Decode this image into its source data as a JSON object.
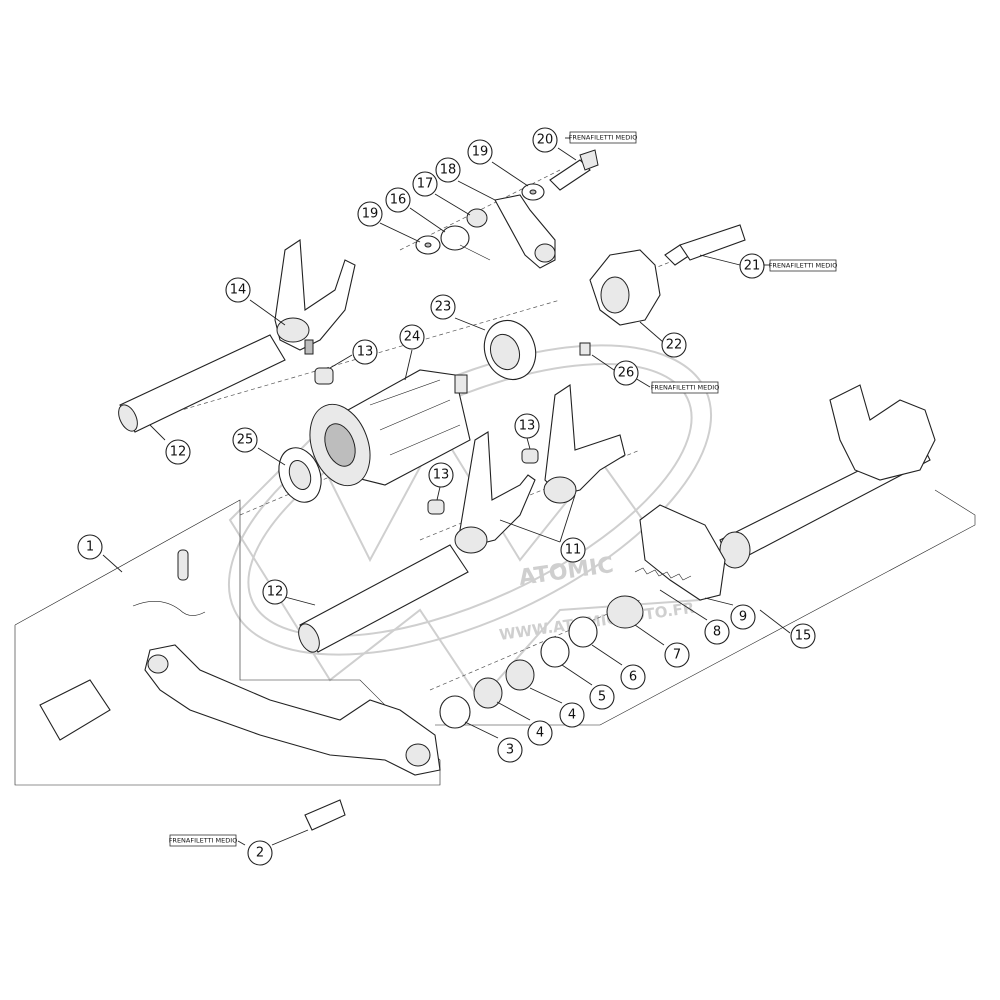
{
  "callouts": [
    {
      "num": "1"
    },
    {
      "num": "2"
    },
    {
      "num": "3"
    },
    {
      "num": "4"
    },
    {
      "num": "4"
    },
    {
      "num": "5"
    },
    {
      "num": "6"
    },
    {
      "num": "7"
    },
    {
      "num": "8"
    },
    {
      "num": "9"
    },
    {
      "num": "11"
    },
    {
      "num": "12"
    },
    {
      "num": "12"
    },
    {
      "num": "13"
    },
    {
      "num": "13"
    },
    {
      "num": "13"
    },
    {
      "num": "14"
    },
    {
      "num": "15"
    },
    {
      "num": "16"
    },
    {
      "num": "17"
    },
    {
      "num": "18"
    },
    {
      "num": "19"
    },
    {
      "num": "19"
    },
    {
      "num": "20"
    },
    {
      "num": "21"
    },
    {
      "num": "22"
    },
    {
      "num": "23"
    },
    {
      "num": "24"
    },
    {
      "num": "25"
    },
    {
      "num": "26"
    }
  ],
  "notes": [
    {
      "text": "FRENAFILETTI MEDIO"
    },
    {
      "text": "FRENAFILETTI MEDIO"
    },
    {
      "text": "FRENAFILETTI MEDIO"
    },
    {
      "text": "FRENAFILETTI MEDIO"
    }
  ],
  "watermark": {
    "brand": "ATOMIC",
    "url": "WWW.ATOMICMOTO.FR"
  }
}
